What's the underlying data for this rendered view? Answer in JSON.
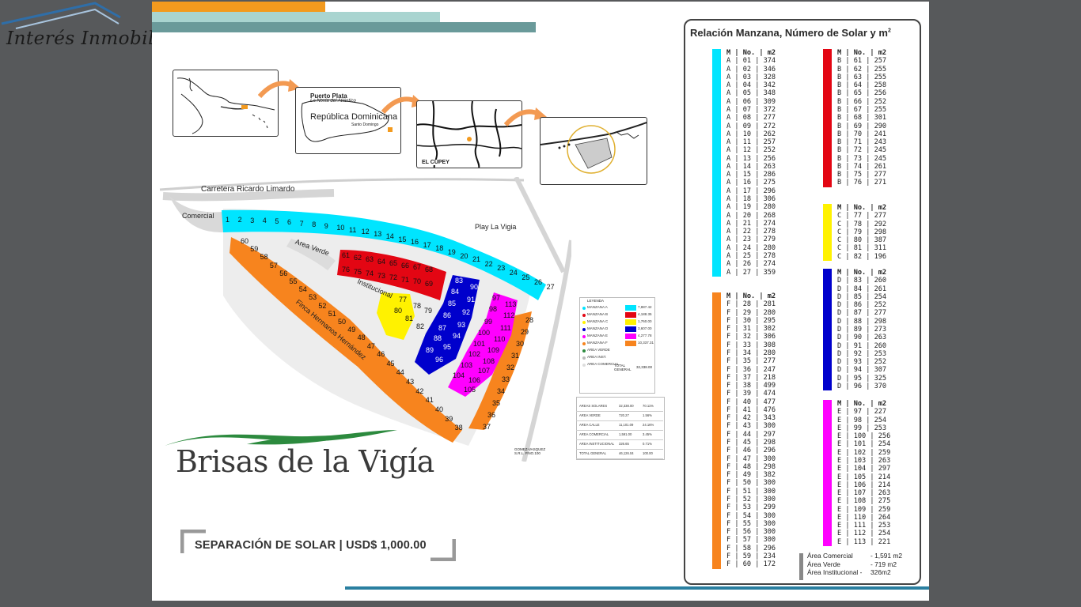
{
  "logo": {
    "text": "Interés Inmobiliario"
  },
  "locator": {
    "map2_title": "Puerto Plata",
    "map2_sub": "La Novia del Atlántico",
    "map2_country": "República Dominicana",
    "map2_city": "Santo Domingo",
    "map3_label": "EL CUPEY"
  },
  "siteplan": {
    "road": "Carretera  Ricardo Limardo",
    "comercial": "Comercial",
    "area_verde": "Area Verde",
    "institucional": "Institucional",
    "play": "Play La Vigia",
    "finca": "Finca Hermanos Hernández",
    "lots_a": [
      "1",
      "2",
      "3",
      "4",
      "5",
      "6",
      "7",
      "8",
      "9",
      "10",
      "11",
      "12",
      "13",
      "14",
      "15",
      "16",
      "17",
      "18",
      "19",
      "20",
      "21",
      "22",
      "23",
      "24",
      "25",
      "26",
      "27"
    ],
    "lots_b_top": [
      "61",
      "62",
      "63",
      "64",
      "65",
      "66",
      "67",
      "68"
    ],
    "lots_b_bot": [
      "76",
      "75",
      "74",
      "73",
      "72",
      "71",
      "70",
      "69"
    ],
    "lots_c": [
      "77",
      "78",
      "79",
      "80",
      "81",
      "82"
    ],
    "lots_d": [
      "83",
      "84",
      "85",
      "86",
      "87",
      "88",
      "89",
      "90",
      "91",
      "92",
      "93",
      "94",
      "95",
      "96"
    ],
    "lots_e": [
      "97",
      "98",
      "99",
      "100",
      "101",
      "102",
      "103",
      "104",
      "105",
      "106",
      "107",
      "108",
      "109",
      "110",
      "111",
      "112",
      "113"
    ],
    "lots_f_left": [
      "60",
      "59",
      "58",
      "57",
      "56",
      "55",
      "54",
      "53",
      "52",
      "51",
      "50",
      "49",
      "48",
      "47",
      "46",
      "45",
      "44",
      "43",
      "42",
      "41",
      "40",
      "39",
      "38"
    ],
    "lots_f_right": [
      "28",
      "29",
      "30",
      "31",
      "32",
      "33",
      "34",
      "35",
      "36",
      "37"
    ]
  },
  "mini_legend": {
    "title": "LEYENDA",
    "rows": [
      {
        "label": "MANZANA A",
        "color": "#00e5ff",
        "val": "7,887.42"
      },
      {
        "label": "MANZANA B",
        "color": "#e30613",
        "val": "4,188.35"
      },
      {
        "label": "MANZANA C",
        "color": "#fff200",
        "val": "1,760.00"
      },
      {
        "label": "MANZANA D",
        "color": "#0000cc",
        "val": "3,607.00"
      },
      {
        "label": "MANZANA E",
        "color": "#ff00ff",
        "val": "4,277.78"
      },
      {
        "label": "MANZANA F",
        "color": "#f7841e",
        "val": "10,337.31"
      },
      {
        "label": "AREA VERDE",
        "color": "#2c8a3e",
        "val": ""
      },
      {
        "label": "AREA INST.",
        "color": "#bbbbbb",
        "val": ""
      },
      {
        "label": "AREA COMERCIAL",
        "color": "#dddddd",
        "val": ""
      }
    ],
    "total_label": "TOTAL GENERAL",
    "total_val": "32,338.00"
  },
  "mini_table": {
    "rows": [
      [
        "AREAS SOLARES",
        "32,338.00",
        "70.11%"
      ],
      [
        "AREA VERDE",
        "720.27",
        "1.56%"
      ],
      [
        "AREA CALLE",
        "11,101.09",
        "24.16%"
      ],
      [
        "AREA COMERCIAL",
        "1,591.00",
        "3.45%"
      ],
      [
        "AREA INSTITUCIONAL",
        "326.65",
        "0.71%"
      ],
      [
        "TOTAL GENERAL",
        "46,126.04",
        "100.00"
      ]
    ],
    "footer": "GOMEZ-VASQUEZ S.R.L. P.NO.100"
  },
  "brand": {
    "name": "Brisas de la Vigía"
  },
  "separation": {
    "text": "SEPARACIÓN DE SOLAR | USD$ 1,000.00"
  },
  "legend": {
    "title": "Relación Manzana, Número de Solar y m",
    "title_sup": "2",
    "header": "M | No. |  m2",
    "groups": [
      {
        "key": "A",
        "color": "#00e5ff",
        "rows": [
          "A | 01 | 374",
          "A | 02 | 346",
          "A | 03 | 328",
          "A | 04 | 342",
          "A | 05 | 348",
          "A | 06 | 309",
          "A | 07 | 372",
          "A | 08 | 277",
          "A | 09 | 272",
          "A | 10 | 262",
          "A | 11 | 257",
          "A | 12 | 252",
          "A | 13 | 256",
          "A | 14 | 263",
          "A | 15 | 286",
          "A | 16 | 275",
          "A | 17 | 296",
          "A | 18 | 306",
          "A | 19 | 280",
          "A | 20 | 268",
          "A | 21 | 274",
          "A | 22 | 278",
          "A | 23 | 279",
          "A | 24 | 280",
          "A | 25 | 278",
          "A | 26 | 274",
          "A | 27 | 359"
        ]
      },
      {
        "key": "F",
        "color": "#f7841e",
        "rows": [
          "F | 28 | 281",
          "F | 29 | 280",
          "F | 30 | 295",
          "F | 31 | 302",
          "F | 32 | 306",
          "F | 33 | 308",
          "F | 34 | 280",
          "F | 35 | 277",
          "F | 36 | 247",
          "F | 37 | 218",
          "F | 38 | 499",
          "F | 39 | 474",
          "F | 40 | 477",
          "F | 41 | 476",
          "F | 42 | 343",
          "F | 43 | 300",
          "F | 44 | 297",
          "F | 45 | 298",
          "F | 46 | 296",
          "F | 47 | 300",
          "F | 48 | 298",
          "F | 49 | 382",
          "F | 50 | 300",
          "F | 51 | 300",
          "F | 52 | 300",
          "F | 53 | 299",
          "F | 54 | 300",
          "F | 55 | 300",
          "F | 56 | 300",
          "F | 57 | 300",
          "F | 58 | 296",
          "F | 59 | 234",
          "F | 60 | 172"
        ]
      },
      {
        "key": "B",
        "color": "#e30613",
        "rows": [
          "B | 61 | 257",
          "B | 62 | 255",
          "B | 63 | 255",
          "B | 64 | 258",
          "B | 65 | 256",
          "B | 66 | 252",
          "B | 67 | 255",
          "B | 68 | 301",
          "B | 69 | 290",
          "B | 70 | 241",
          "B | 71 | 243",
          "B | 72 | 245",
          "B | 73 | 245",
          "B | 74 | 261",
          "B | 75 | 277",
          "B | 76 | 271"
        ]
      },
      {
        "key": "C",
        "color": "#fff200",
        "rows": [
          "C | 77 | 277",
          "C | 78 | 292",
          "C | 79 | 298",
          "C | 80 | 387",
          "C | 81 | 311",
          "C | 82 | 196"
        ]
      },
      {
        "key": "D",
        "color": "#0000cc",
        "rows": [
          "D | 83 | 260",
          "D | 84 | 261",
          "D | 85 | 254",
          "D | 86 | 252",
          "D | 87 | 277",
          "D | 88 | 298",
          "D | 89 | 273",
          "D | 90 | 263",
          "D | 91 | 260",
          "D | 92 | 253",
          "D | 93 | 252",
          "D | 94 | 307",
          "D | 95 | 325",
          "D | 96 | 370"
        ]
      },
      {
        "key": "E",
        "color": "#ff00ff",
        "rows": [
          "E | 97 | 227",
          "E | 98 | 254",
          "E | 99 | 253",
          "E | 100 | 256",
          "E | 101 | 254",
          "E | 102 | 259",
          "E | 103 | 263",
          "E | 104 | 297",
          "E | 105 | 214",
          "E | 106 | 214",
          "E | 107 | 263",
          "E | 108 | 275",
          "E | 109 | 259",
          "E | 110 | 264",
          "E | 111 | 253",
          "E | 112 | 254",
          "E | 113 | 221"
        ]
      }
    ],
    "areas": [
      {
        "label": "Área Comercial",
        "value": "- 1,591 m2"
      },
      {
        "label": "Área Verde",
        "value": "-   719 m2"
      },
      {
        "label": "Área Institucional -",
        "value": "326m2"
      }
    ]
  }
}
